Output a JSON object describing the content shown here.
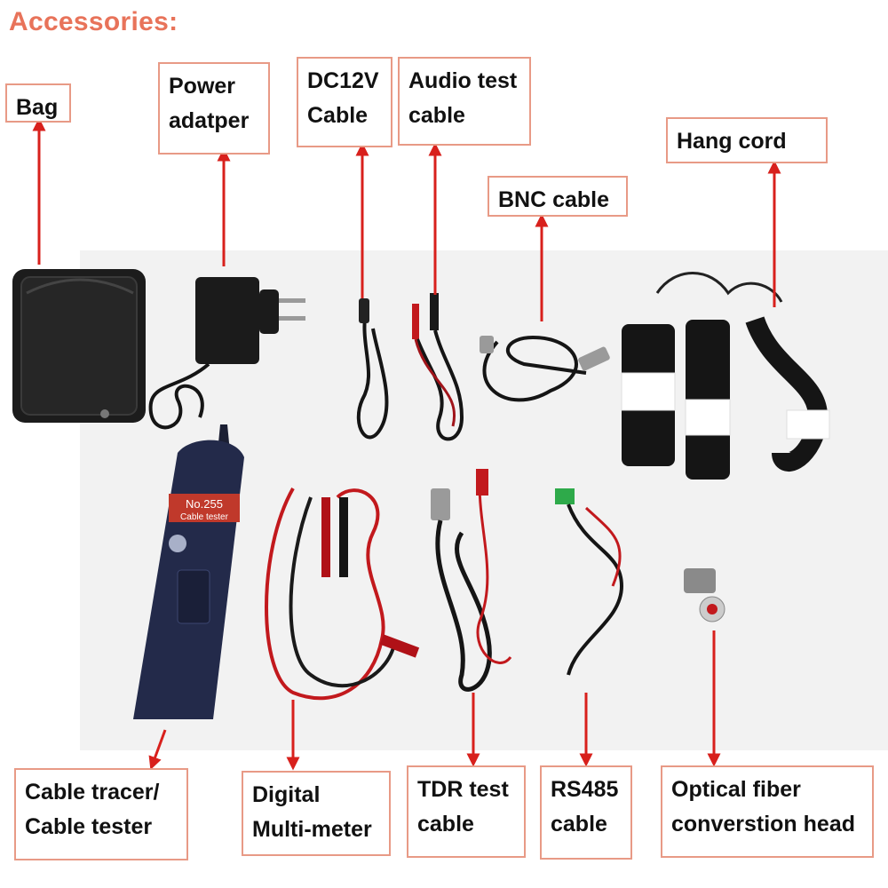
{
  "heading": "Accessories:",
  "labels": {
    "bag": "Bag",
    "power_line1": "Power",
    "power_line2": "adatper",
    "dc_line1": "DC12V",
    "dc_line2": "Cable",
    "audio_line1": "Audio test",
    "audio_line2": "cable",
    "bnc": "BNC cable",
    "hang": "Hang cord",
    "tracer_line1": "Cable tracer/",
    "tracer_line2": "Cable tester",
    "dmm_line1": "Digital",
    "dmm_line2": "Multi-meter",
    "tdr_line1": "TDR test",
    "tdr_line2": "cable",
    "rs485_line1": "RS485",
    "rs485_line2": "cable",
    "fiber_line1": "Optical fiber",
    "fiber_line2": "converstion head"
  },
  "device_text": {
    "model": "No.255",
    "subtitle": "Cable tester"
  },
  "colors": {
    "heading": "#e8735a",
    "label_border": "#e89a86",
    "arrow": "#d8201c",
    "photo_background": "#f2f2f2"
  }
}
